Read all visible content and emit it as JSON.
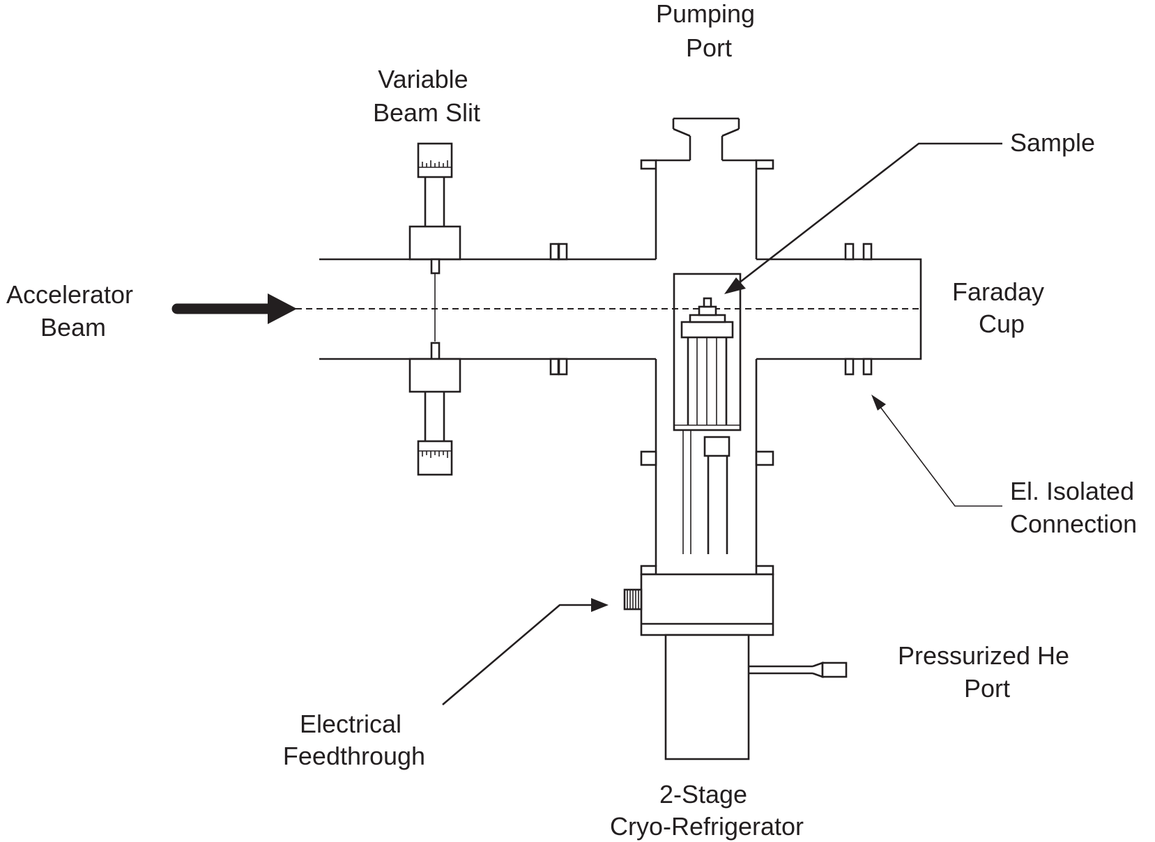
{
  "labels": {
    "pumping_port": [
      "Pumping",
      "Port"
    ],
    "variable_beam_slit": [
      "Variable",
      "Beam Slit"
    ],
    "sample": "Sample",
    "accelerator_beam": [
      "Accelerator",
      "Beam"
    ],
    "faraday_cup": [
      "Faraday",
      "Cup"
    ],
    "el_isolated_connection": [
      "El. Isolated",
      "Connection"
    ],
    "pressurized_he_port": [
      "Pressurized He",
      "Port"
    ],
    "electrical_feedthrough": [
      "Electrical",
      "Feedthrough"
    ],
    "cryo_refrigerator": [
      "2-Stage",
      "Cryo-Refrigerator"
    ]
  },
  "colors": {
    "ink": "#231f20",
    "background": "#ffffff"
  }
}
